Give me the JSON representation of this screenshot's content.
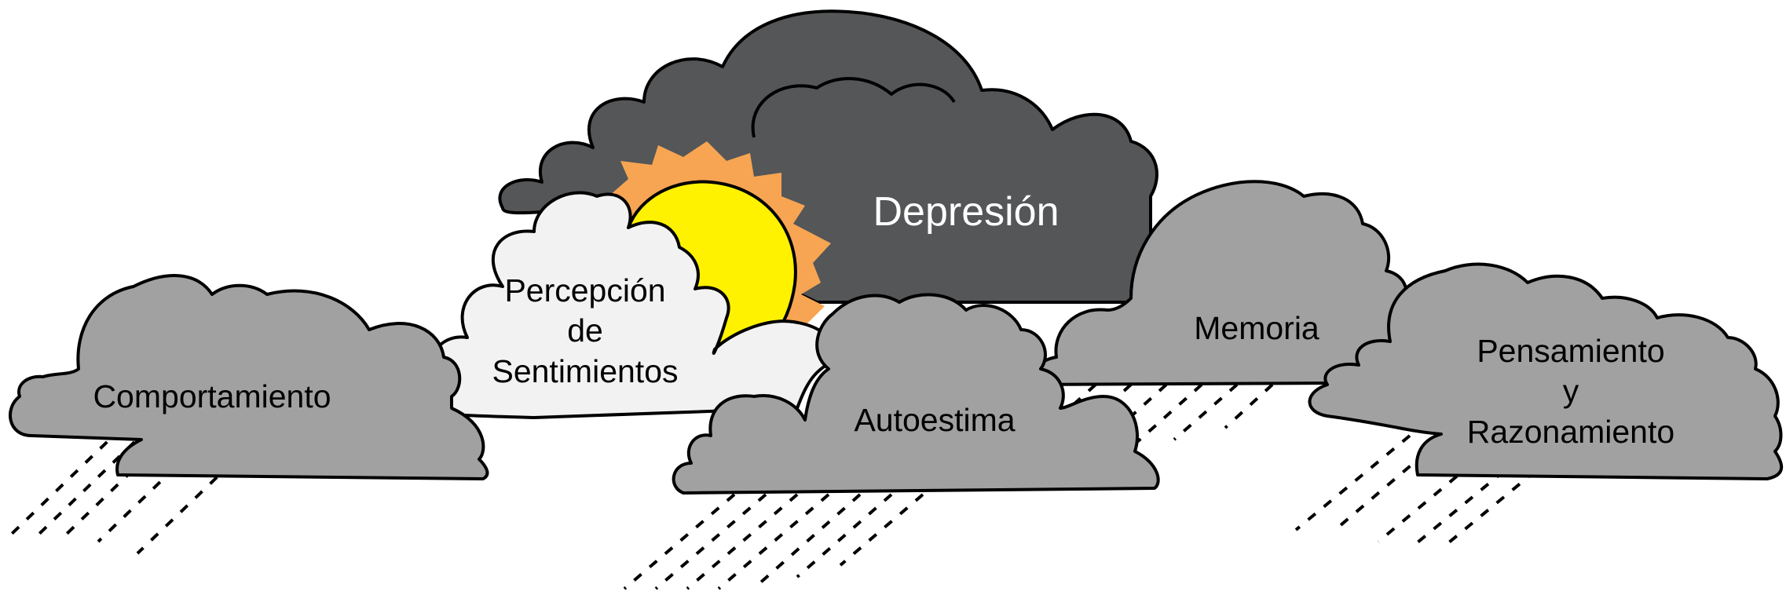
{
  "diagram": {
    "colors": {
      "main_cloud": "#545658",
      "gray_cloud": "#a1a1a1",
      "light_cloud": "#f2f2f2",
      "sun_fill": "#fff200",
      "sun_flare": "#f7a552",
      "outline": "#000000",
      "text_dark": "#000000",
      "text_light": "#ffffff"
    },
    "clouds": {
      "depresion": {
        "label": "Depresión"
      },
      "comportamiento": {
        "label": "Comportamiento"
      },
      "percepcion": {
        "lines": [
          "Percepción",
          "de",
          "Sentimientos"
        ]
      },
      "autoestima": {
        "label": "Autoestima"
      },
      "memoria": {
        "label": "Memoria"
      },
      "pensamiento": {
        "lines": [
          "Pensamiento",
          "y",
          "Razonamiento"
        ]
      }
    }
  }
}
